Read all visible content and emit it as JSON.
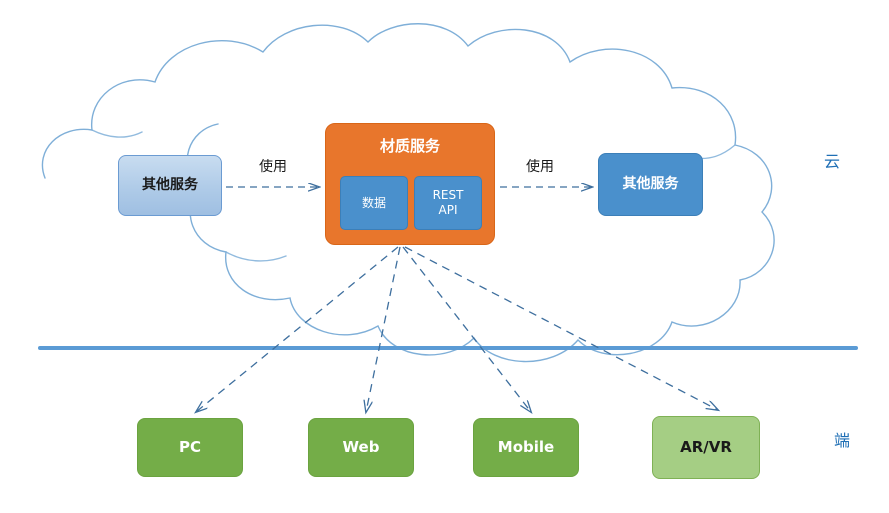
{
  "diagram": {
    "cloud_region": {
      "label": "云",
      "label_color": "#1F6FB5",
      "outline_color": "#7FAFD8"
    },
    "device_region": {
      "label": "端",
      "label_color": "#1F6FB5",
      "divider_color": "#5B9BD5"
    },
    "service": {
      "title": "材质服务",
      "fill_color": "#E8762C",
      "components": [
        {
          "label": "数据",
          "name": "data-component"
        },
        {
          "label": "REST\nAPI",
          "name": "rest-api-component"
        }
      ]
    },
    "peers": [
      {
        "label": "其他服务",
        "position": "left",
        "fill_color": "#AFCBE8"
      },
      {
        "label": "其他服务",
        "position": "right",
        "fill_color": "#4A90CC"
      }
    ],
    "edges": [
      {
        "label": "使用",
        "from": "other-service-left",
        "to": "material-service"
      },
      {
        "label": "使用",
        "from": "material-service",
        "to": "other-service-right"
      }
    ],
    "clients": [
      {
        "label": "PC",
        "fill_color": "#74AD48",
        "style": "dark"
      },
      {
        "label": "Web",
        "fill_color": "#74AD48",
        "style": "dark"
      },
      {
        "label": "Mobile",
        "fill_color": "#74AD48",
        "style": "dark"
      },
      {
        "label": "AR/VR",
        "fill_color": "#A5CE84",
        "style": "light"
      }
    ]
  }
}
